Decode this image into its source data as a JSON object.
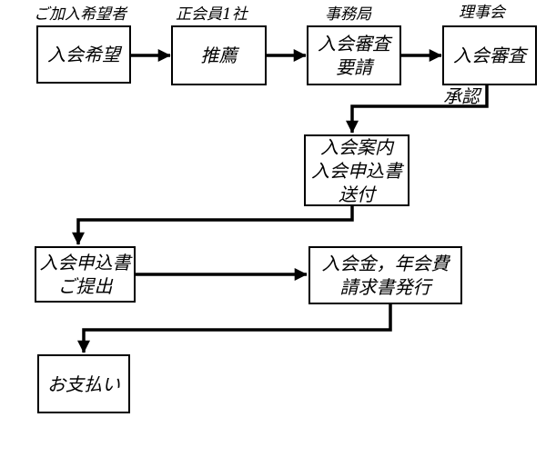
{
  "colors": {
    "page_background": "#ffffff",
    "box_border": "#000000",
    "box_background": "#ffffff",
    "line": "#000000",
    "text": "#000000"
  },
  "flow": {
    "actor_labels": [
      {
        "text": "ご加入希望者"
      },
      {
        "text": "正会員1社"
      },
      {
        "text": "事務局"
      },
      {
        "text": "理事会"
      }
    ],
    "nodes": [
      {
        "lines": [
          "入会希望"
        ]
      },
      {
        "lines": [
          "推薦"
        ]
      },
      {
        "lines": [
          "入会審査",
          "要請"
        ]
      },
      {
        "lines": [
          "入会審査"
        ]
      },
      {
        "lines": [
          "入会案内",
          "入会申込書",
          "送付"
        ]
      },
      {
        "lines": [
          "入会申込書",
          "ご提出"
        ]
      },
      {
        "lines": [
          "入会金，年会費",
          "請求書発行"
        ]
      },
      {
        "lines": [
          "お支払い"
        ]
      }
    ],
    "edge_labels": [
      {
        "text": "承認"
      }
    ]
  }
}
